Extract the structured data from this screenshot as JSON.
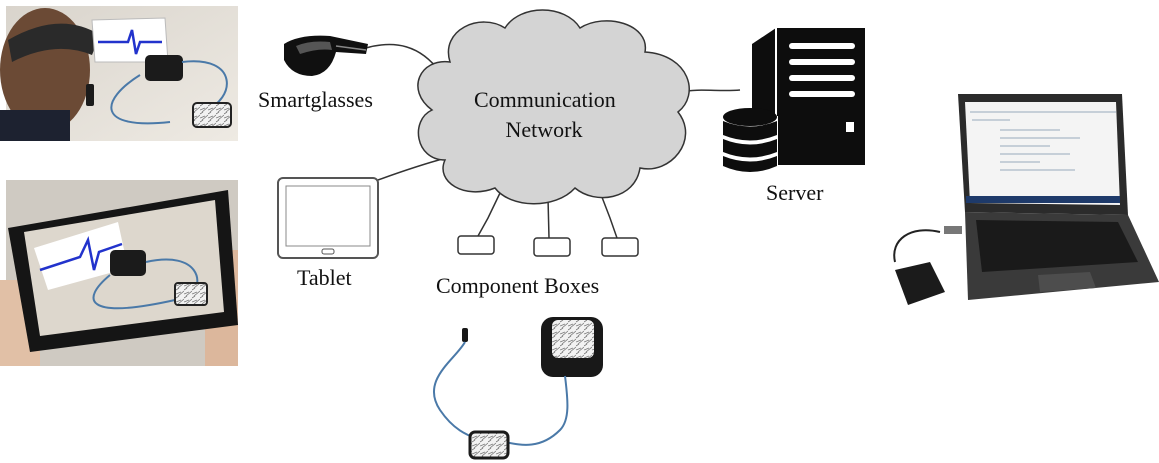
{
  "labels": {
    "smartglasses": "Smartglasses",
    "tablet": "Tablet",
    "network_line1": "Communication",
    "network_line2": "Network",
    "server": "Server",
    "component_boxes": "Component Boxes"
  },
  "icons": {
    "smartglasses": "smartglasses-icon",
    "tablet": "tablet-icon",
    "cloud": "cloud-icon",
    "server": "server-icon",
    "database": "database-icon",
    "component_box": "component-box-icon"
  },
  "photos": {
    "smartglasses_view": "smartglasses-photo",
    "tablet_view": "tablet-photo",
    "sensor_kit": "sensor-kit-photo",
    "laptop": "laptop-photo"
  },
  "colors": {
    "line": "#333333",
    "cloud_fill": "#d4d4d4",
    "signal": "#2233cc",
    "black": "#0d0d0d"
  }
}
